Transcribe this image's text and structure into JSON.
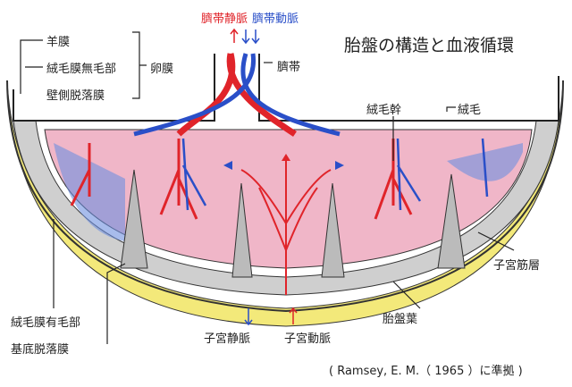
{
  "title": "胎盤の構造と血液循環",
  "labels": {
    "umbilical_vein": "臍帯静脈",
    "umbilical_artery": "臍帯動脈",
    "umbilical_cord": "臍帯",
    "amnion": "羊膜",
    "chorion_laeve": "絨毛膜無毛部",
    "decidua_parietalis": "壁側脱落膜",
    "fetal_membrane": "卵膜",
    "stem_villus": "絨毛幹",
    "villus": "絨毛",
    "myometrium": "子宮筋層",
    "cotyledon": "胎盤葉",
    "uterine_vein": "子宮静脈",
    "uterine_artery": "子宮動脈",
    "chorion_frondosum": "絨毛膜有毛部",
    "decidua_basalis": "基底脱落膜"
  },
  "citation": "( Ramsey, E. M.（ 1965 ）に準拠 )",
  "colors": {
    "vein": "#e0242a",
    "artery": "#2a4fc8",
    "myometrium": "#f3e97a",
    "blood_space": "#f0b6c8",
    "decidua": "#c9c9c9"
  }
}
